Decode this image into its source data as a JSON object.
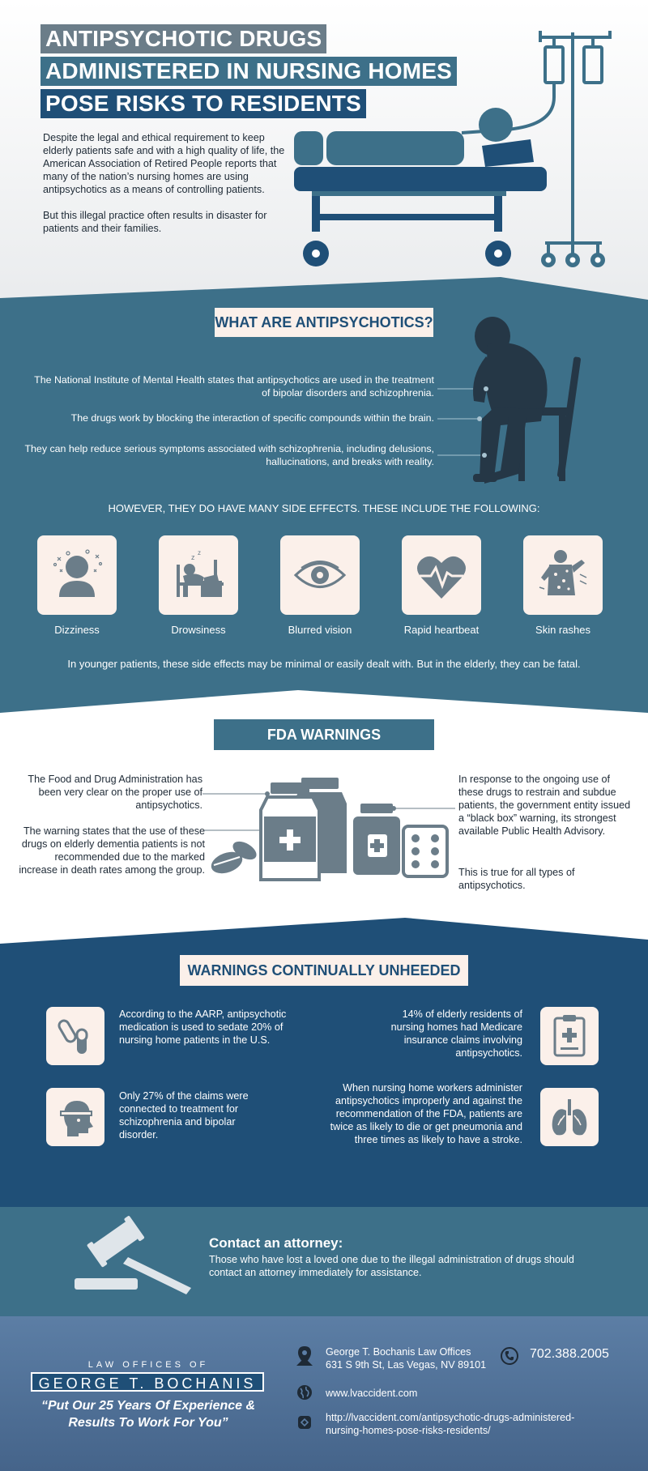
{
  "header": {
    "title_lines": [
      "ANTIPSYCHOTIC DRUGS",
      "ADMINISTERED IN NURSING HOMES",
      "POSE RISKS TO RESIDENTS"
    ],
    "intro_p1": "Despite the legal and ethical requirement to keep elderly patients safe and with a high quality of life, the American Association of Retired People reports that many of the nation’s nursing homes are using antipsychotics as a means of controlling patients.",
    "intro_p2": "But this illegal practice often results in disaster for patients and their families."
  },
  "what": {
    "heading": "WHAT ARE ANTIPSYCHOTICS?",
    "facts": [
      "The National Institute of Mental Health states that antipsychotics are used in the treatment of bipolar disorders and schizophrenia.",
      "The drugs work by blocking the interaction of specific compounds within the brain.",
      "They can help reduce serious symptoms associated with schizophrenia, including delusions, hallucinations, and breaks with reality."
    ],
    "side_effects_heading": "HOWEVER, THEY DO HAVE MANY SIDE EFFECTS. THESE INCLUDE THE FOLLOWING:",
    "side_effects": [
      {
        "label": "Dizziness",
        "icon": "dizzy-person-icon"
      },
      {
        "label": "Drowsiness",
        "icon": "sleeping-at-desk-icon"
      },
      {
        "label": "Blurred vision",
        "icon": "eye-icon"
      },
      {
        "label": "Rapid heartbeat",
        "icon": "heartbeat-icon"
      },
      {
        "label": "Skin rashes",
        "icon": "skin-rash-icon"
      }
    ],
    "note": "In younger patients, these side effects may be minimal or easily dealt with. But in the elderly, they can be fatal."
  },
  "fda": {
    "heading": "FDA WARNINGS",
    "left1": "The Food and Drug Administration has been very clear on the proper use of antipsychotics.",
    "left2": "The warning states that the use of these drugs on elderly dementia patients is not recommended due to the marked increase in death rates among the group.",
    "right1": "In response to the ongoing use of these drugs to restrain and subdue patients, the government entity issued a “black box” warning, its strongest available Public Health Advisory.",
    "right2": "This is true for all types of antipsychotics."
  },
  "unheeded": {
    "heading": "WARNINGS CONTINUALLY UNHEEDED",
    "stat1": "According to the AARP, antipsychotic medication is used to sedate 20% of nursing home patients in the U.S.",
    "stat2": "Only 27% of the claims were connected to treatment for schizophrenia and bipolar disorder.",
    "stat3": "14% of elderly residents of nursing homes had Medicare insurance claims involving antipsychotics.",
    "stat4": "When nursing home workers administer antipsychotics improperly and against the recommendation of the FDA, patients are twice as likely to die or get pneumonia and three times as likely to have a stroke."
  },
  "contact": {
    "heading": "Contact an attorney:",
    "text": "Those who have lost a loved one due to the illegal administration of drugs should contact an attorney immediately for assistance."
  },
  "footer": {
    "law_offices_of": "LAW OFFICES OF",
    "firm_name": "GEORGE T. BOCHANIS",
    "tagline_1": "“Put Our 25 Years Of Experience &",
    "tagline_2": "Results To Work For You”",
    "office_name": "George T. Bochanis Law Offices",
    "address": "631 S 9th St, Las Vegas, NV 89101",
    "phone": "702.388.2005",
    "website": "www.lvaccident.com",
    "url_line1": "http://lvaccident.com/antipsychotic-drugs-administered-",
    "url_line2": "nursing-homes-pose-risks-residents/"
  },
  "colors": {
    "teal": "#3d7089",
    "navy": "#1f4f77",
    "slate": "#1f4f77",
    "cream": "#fbf0ea",
    "gray": "#6b7d89"
  }
}
